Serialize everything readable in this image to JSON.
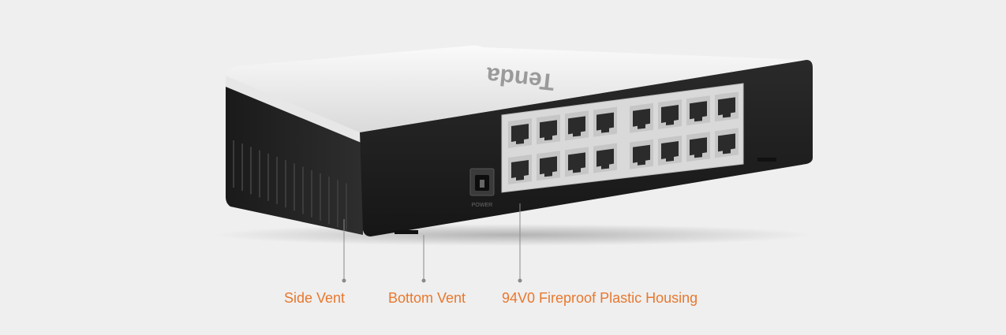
{
  "product": {
    "brand_logo": "Tenda",
    "power_label": "POWER",
    "port_count": 16
  },
  "callouts": [
    {
      "label": "Side Vent"
    },
    {
      "label": "Bottom Vent"
    },
    {
      "label": "94V0 Fireproof Plastic Housing"
    }
  ],
  "colors": {
    "background": "#efefef",
    "accent": "#e8782e",
    "housing_dark": "#1c1c1c",
    "housing_light": "#f4f4f4"
  }
}
